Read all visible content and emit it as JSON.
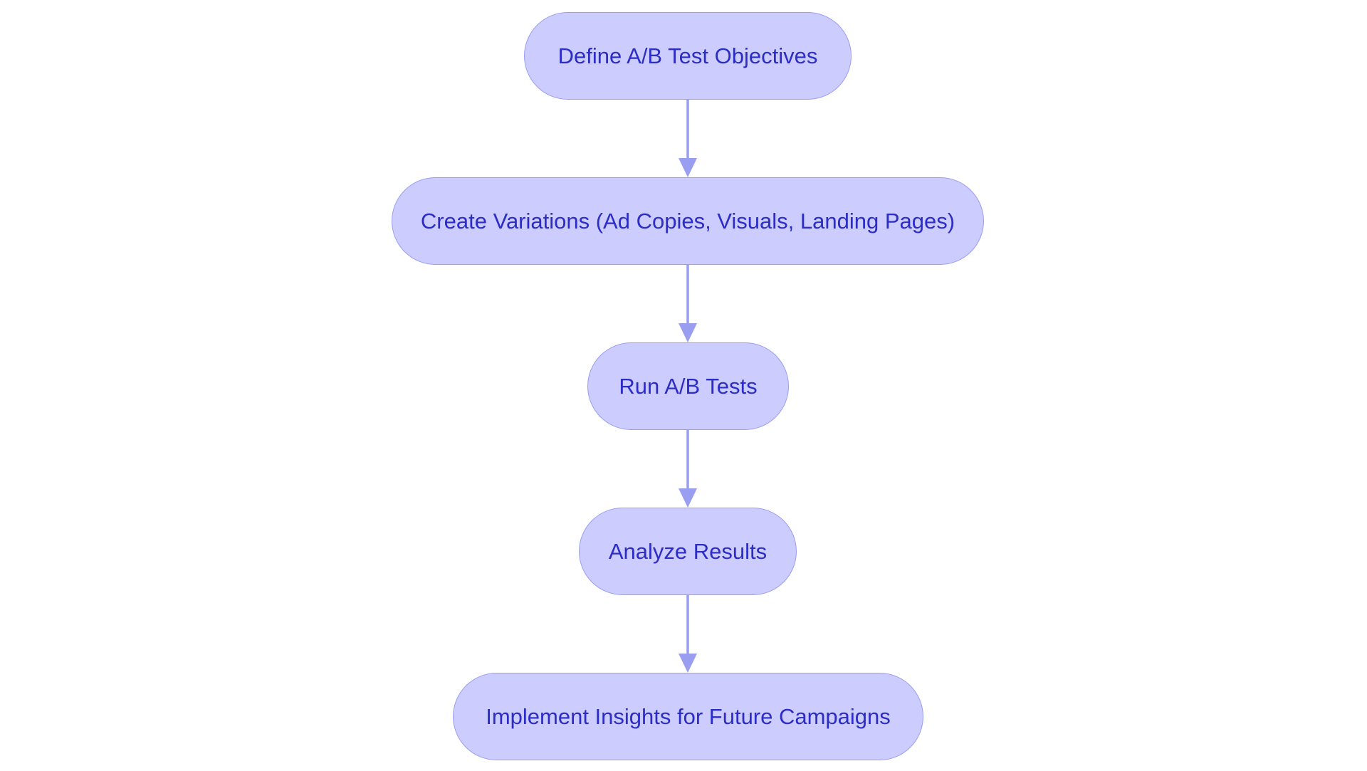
{
  "diagram": {
    "type": "flowchart",
    "nodes": [
      {
        "id": "n1",
        "label": "Define A/B Test Objectives"
      },
      {
        "id": "n2",
        "label": "Create Variations (Ad Copies, Visuals, Landing Pages)"
      },
      {
        "id": "n3",
        "label": "Run A/B Tests"
      },
      {
        "id": "n4",
        "label": "Analyze Results"
      },
      {
        "id": "n5",
        "label": "Implement Insights for Future Campaigns"
      }
    ],
    "edges": [
      {
        "from": "n1",
        "to": "n2"
      },
      {
        "from": "n2",
        "to": "n3"
      },
      {
        "from": "n3",
        "to": "n4"
      },
      {
        "from": "n4",
        "to": "n5"
      }
    ],
    "colors": {
      "node_fill": "#ccccfe",
      "node_border": "#9a9ef0",
      "node_text": "#2b2dc6",
      "edge": "#9a9ef0"
    }
  }
}
